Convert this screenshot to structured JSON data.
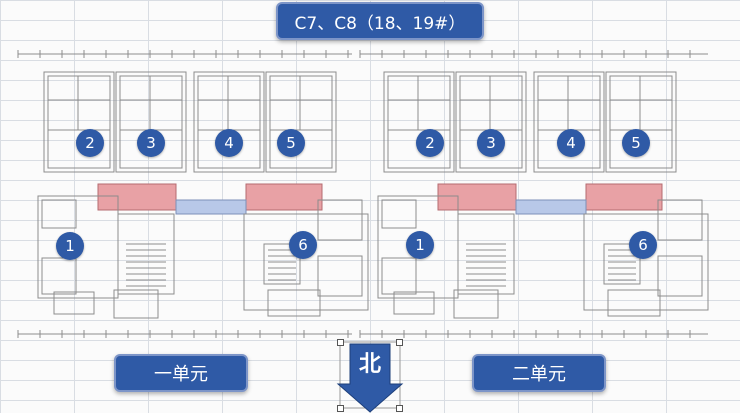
{
  "title": "C7、C8（18、19#）",
  "units": [
    {
      "label": "一单元",
      "apartments": [
        "1",
        "2",
        "3",
        "4",
        "5",
        "6"
      ]
    },
    {
      "label": "二单元",
      "apartments": [
        "1",
        "2",
        "3",
        "4",
        "5",
        "6"
      ]
    }
  ],
  "north": "北",
  "colors": {
    "accent": "#2f5aa6",
    "core_highlight": "#e8a1a5",
    "corridor": "#b8c8e8",
    "walls": "#8a8a8a"
  }
}
